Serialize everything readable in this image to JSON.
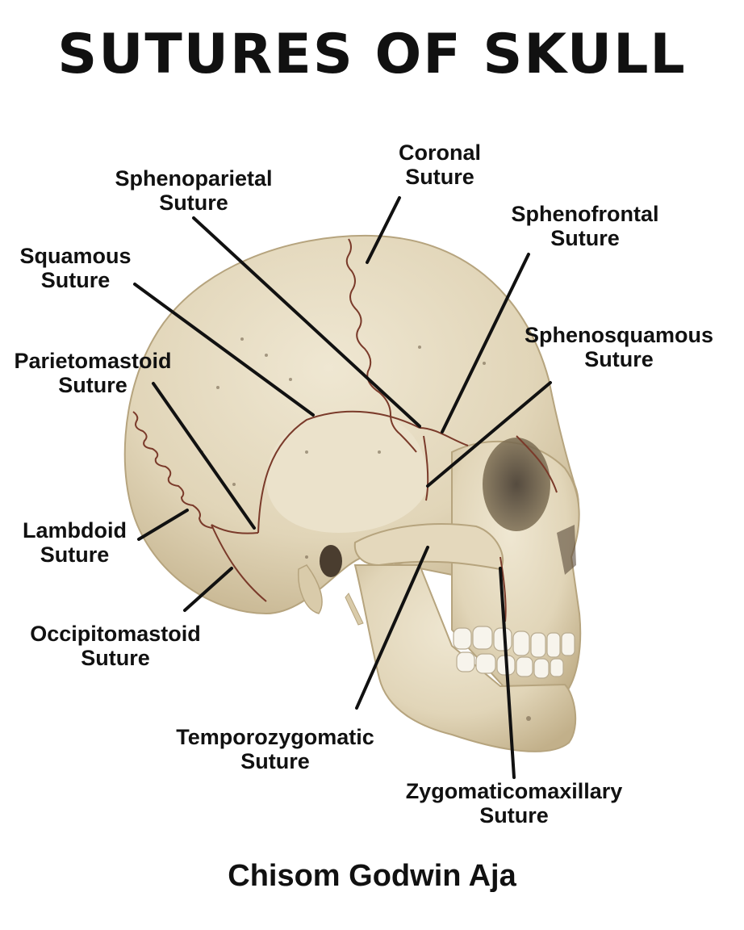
{
  "title": "SUTURES OF SKULL",
  "author": "Chisom Godwin Aja",
  "labels": {
    "coronal": [
      "Coronal",
      "Suture"
    ],
    "sphenoparietal": [
      "Sphenoparietal",
      "Suture"
    ],
    "sphenofrontal": [
      "Sphenofrontal",
      "Suture"
    ],
    "squamous": [
      "Squamous",
      "Suture"
    ],
    "sphenosquamous": [
      "Sphenosquamous",
      "Suture"
    ],
    "parietomastoid": [
      "Parietomastoid",
      "Suture"
    ],
    "lambdoid": [
      "Lambdoid",
      "Suture"
    ],
    "occipitomastoid": [
      "Occipitomastoid",
      "Suture"
    ],
    "temporozygomatic": [
      "Temporozygomatic",
      "Suture"
    ],
    "zygomaticomaxillary": [
      "Zygomaticomaxillary",
      "Suture"
    ]
  },
  "colors": {
    "bone": "#e6dcc4",
    "bone_shadow": "#c9b995",
    "suture": "#7a3a2a",
    "leader": "#111111",
    "text": "#111111"
  }
}
